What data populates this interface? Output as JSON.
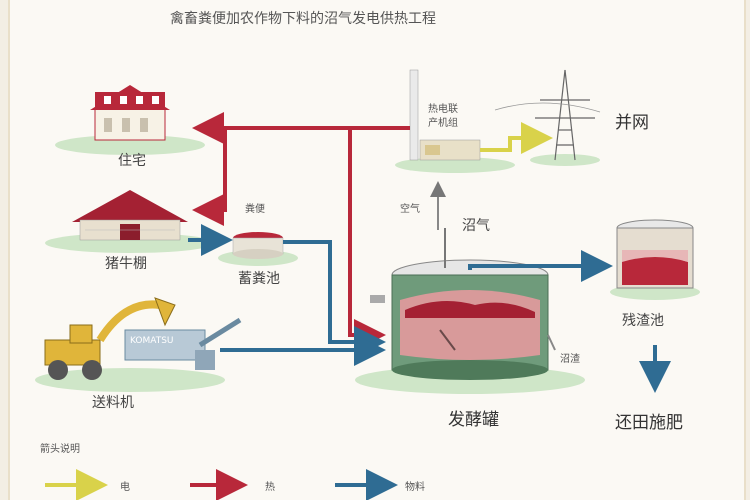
{
  "title": "禽畜粪便加农作物下料的沼气发电供热工程",
  "labels": {
    "residence": "住宅",
    "barn": "猪牛棚",
    "manure": "粪便",
    "storage_tank": "蓄粪池",
    "loader": "送料机",
    "loader_brand": "KOMATSU",
    "cogen_line1": "热电联",
    "cogen_line2": "产机组",
    "power_grid": "并网",
    "air": "空气",
    "biogas": "沼气",
    "digester": "发酵罐",
    "residue_pool": "残渣池",
    "biogas_residue": "沼渣",
    "fertilizer": "还田施肥"
  },
  "legend": {
    "title": "箭头说明",
    "items": [
      {
        "label": "电",
        "color": "#d9d24a"
      },
      {
        "label": "热",
        "color": "#b8283a"
      },
      {
        "label": "物料",
        "color": "#2f6c93"
      }
    ]
  },
  "colors": {
    "heat": "#b8283a",
    "material": "#2f6c93",
    "electric": "#d9d24a",
    "roof_red": "#b8283a",
    "tank_green": "#5e8a6b",
    "ground_green": "#cfe6c8"
  }
}
